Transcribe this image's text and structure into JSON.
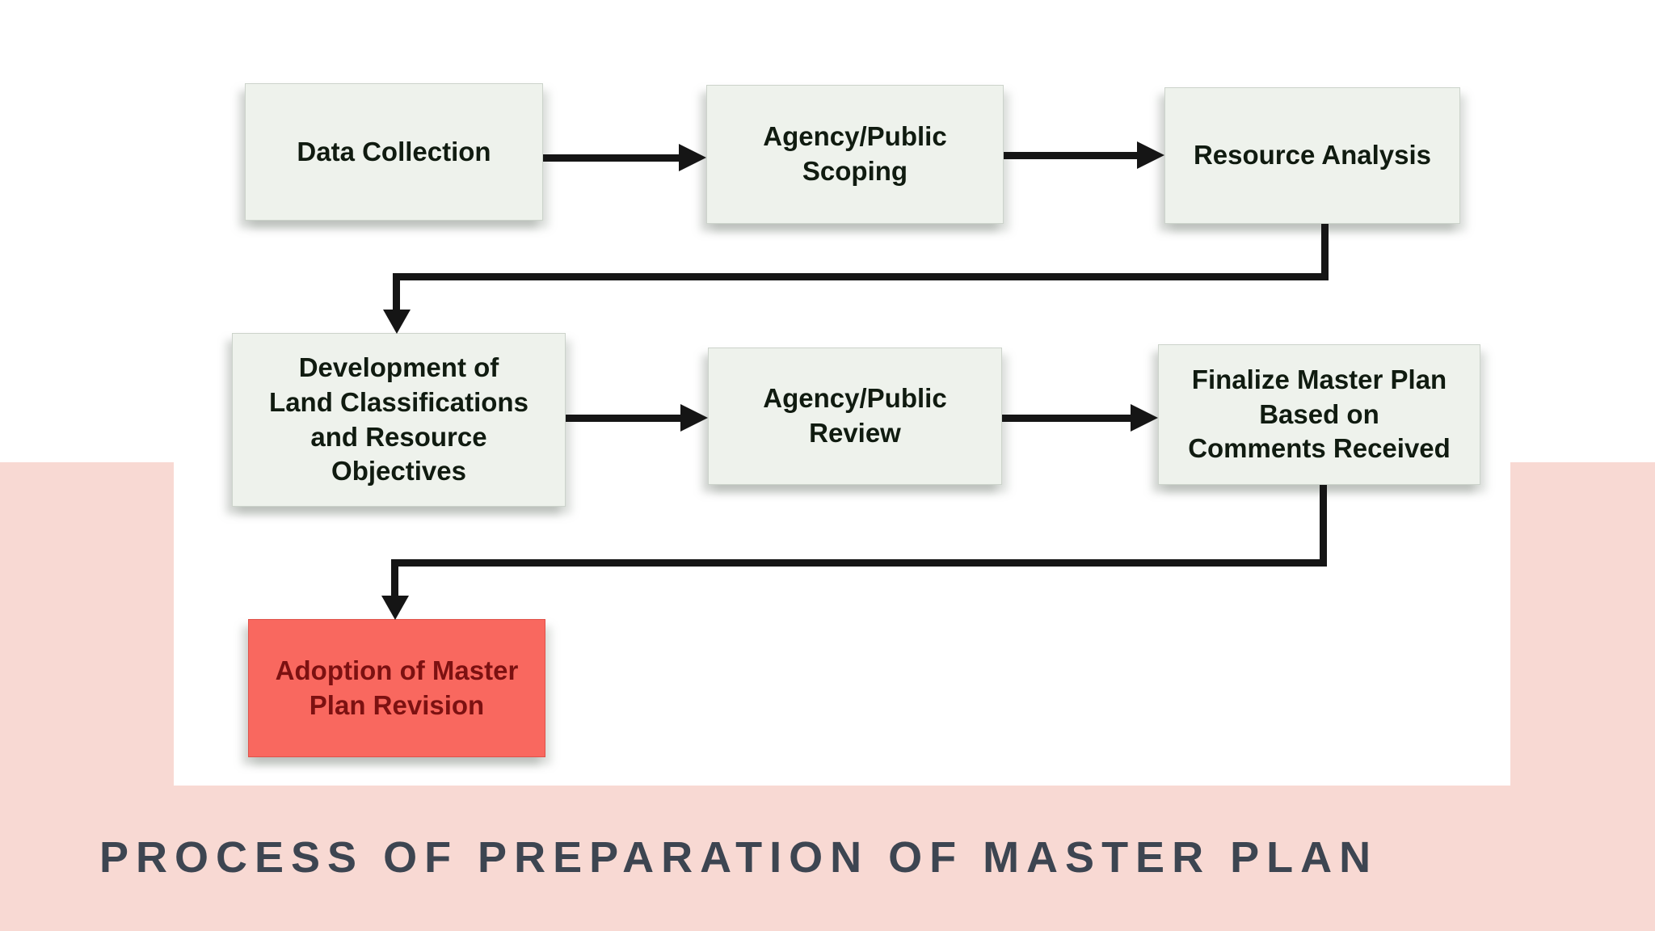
{
  "title": "PROCESS OF PREPARATION OF MASTER PLAN",
  "diagram": {
    "nodes": [
      {
        "id": "data-collection",
        "label": "Data Collection",
        "type": "step"
      },
      {
        "id": "agency-public-scoping",
        "label": "Agency/Public\nScoping",
        "type": "step"
      },
      {
        "id": "resource-analysis",
        "label": "Resource Analysis",
        "type": "step"
      },
      {
        "id": "development-land-classifications",
        "label": "Development of\nLand Classifications\nand Resource\nObjectives",
        "type": "step"
      },
      {
        "id": "agency-public-review",
        "label": "Agency/Public\nReview",
        "type": "step"
      },
      {
        "id": "finalize-master-plan",
        "label": "Finalize Master Plan\nBased on\nComments Received",
        "type": "step"
      },
      {
        "id": "adoption-master-plan-revision",
        "label": "Adoption of Master\nPlan Revision",
        "type": "terminal-highlight"
      }
    ],
    "edges": [
      {
        "from": "data-collection",
        "to": "agency-public-scoping"
      },
      {
        "from": "agency-public-scoping",
        "to": "resource-analysis"
      },
      {
        "from": "resource-analysis",
        "to": "development-land-classifications"
      },
      {
        "from": "development-land-classifications",
        "to": "agency-public-review"
      },
      {
        "from": "agency-public-review",
        "to": "finalize-master-plan"
      },
      {
        "from": "finalize-master-plan",
        "to": "adoption-master-plan-revision"
      }
    ]
  },
  "colors": {
    "background": "#ffffff",
    "band_pink": "#f8d9d3",
    "node_fill": "#eef2ec",
    "node_border": "#ccd3cb",
    "node_text": "#101b10",
    "accent_fill": "#f9685f",
    "accent_border": "#e0524a",
    "accent_text": "#7c1111",
    "line_color": "#151515",
    "title_color": "#3d4551"
  }
}
